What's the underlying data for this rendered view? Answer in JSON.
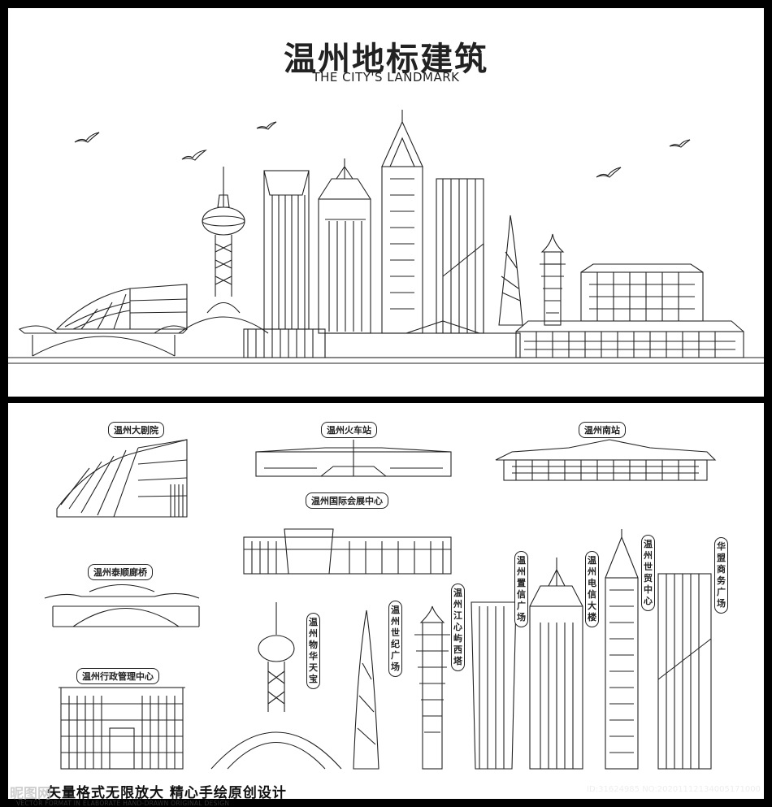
{
  "header": {
    "title": "温州地标建筑",
    "subtitle": "THE CITY'S LANDMARK"
  },
  "labels": {
    "grand_theater": "温州大剧院",
    "railway_station": "温州火车站",
    "south_station": "温州南站",
    "expo_center": "温州国际会展中心",
    "taishun_bridge": "温州泰顺廊桥",
    "admin_center": "温州行政管理中心",
    "wuhua_tianbao": "温州物华天宝",
    "century_square": "温州世纪广场",
    "jiangxin_tower": "温州江心屿西塔",
    "zhixin_square": "温州置信广场",
    "telecom_tower": "温州电信大楼",
    "wtc": "温州世贸中心",
    "huameng_plaza": "华盟商务广场"
  },
  "footer": {
    "tagline_cn": "矢量格式无限放大  精心手绘原创设计",
    "tagline_en": "VECTOR FORMAT IN ELABORATE HAND-DRAWN ORIGINAL DESIGN",
    "watermark_left": "昵图网",
    "watermark_right": "ID:31624985 NO:20201112134005171000"
  }
}
